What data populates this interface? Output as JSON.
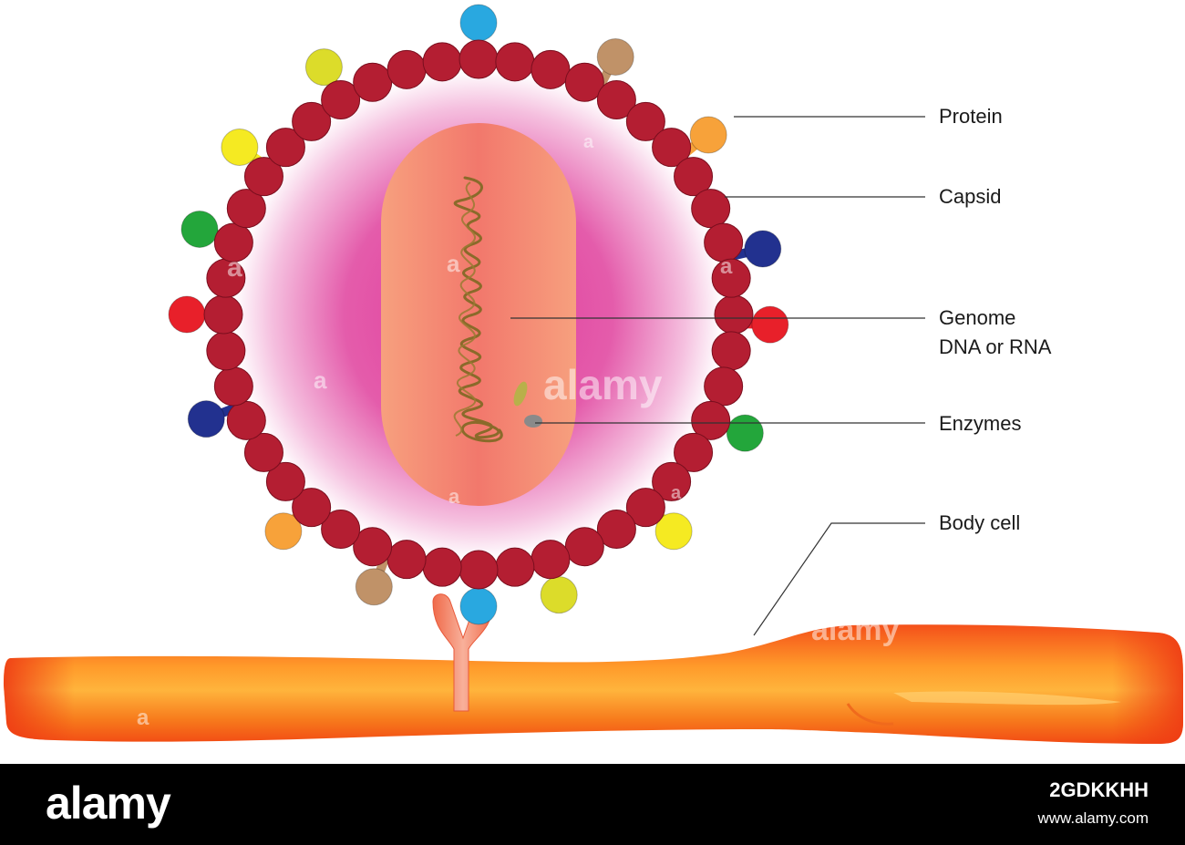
{
  "labels": {
    "protein": "Protein",
    "capsid": "Capsid",
    "genome_line1": "Genome",
    "genome_line2": "DNA or RNA",
    "enzymes": "Enzymes",
    "body_cell": "Body cell"
  },
  "watermark": {
    "text": "alamy",
    "mark": "a"
  },
  "footer": {
    "logo": "alamy",
    "image_id": "2GDKKHH",
    "url": "www.alamy.com"
  },
  "colors": {
    "capsid_bead": "#b41e32",
    "envelope_center": "#e0399a",
    "core": "#f48a78",
    "genome_strand": "#8a6a2a",
    "cell_body": "#f25a14",
    "cell_highlight": "#ffb13a",
    "receptor": "#e8593a",
    "spike_blue": "#29a8e0",
    "spike_tan": "#c09268",
    "spike_lime": "#dcdc2a",
    "spike_orange": "#f7a23a",
    "spike_yellow": "#f5ea22",
    "spike_green": "#23a63b",
    "spike_navy": "#22318f",
    "spike_red": "#e8202a"
  }
}
